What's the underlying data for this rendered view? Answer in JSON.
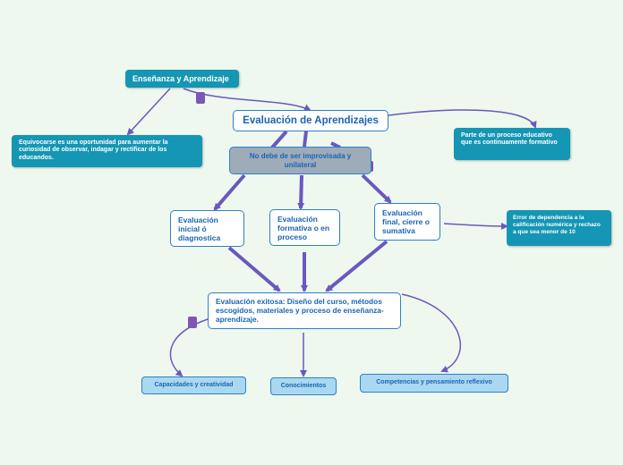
{
  "colors": {
    "link": "#6a58bf",
    "teal": "#1496b4",
    "node_text": "#1a64b4",
    "background": "#eef8ee"
  },
  "nodes": {
    "ensenanza": "Enseñanza y Aprendizaje",
    "equivocarse": "Equivocarse es una oportunidad para aumentar la curiosidad de observar, indagar y rectificar de los educandos.",
    "main_title": "Evaluación de Aprendizajes",
    "parte_proceso": "Parte de un proceso educativo que es continuamente formativo",
    "no_improvisada": "No debe de ser improvisada y unilateral",
    "inicial": "Evaluación inicial ó diagnostica",
    "formativa": "Evaluación formativa o en proceso",
    "final": "Evaluación final, cierre o sumativa",
    "error_dependencia": "Error de dependencia a la calificación numérica y rechazo a que sea menor de 10",
    "exitosa": "Evaluación exitosa: Diseño del curso, métodos escogidos, materiales y proceso de enseñanza-aprendizaje.",
    "capacidades": "Capacidades y creatividad",
    "conocimientos": "Conocimientos",
    "competencias": "Competencias y pensamiento reflexivo"
  }
}
